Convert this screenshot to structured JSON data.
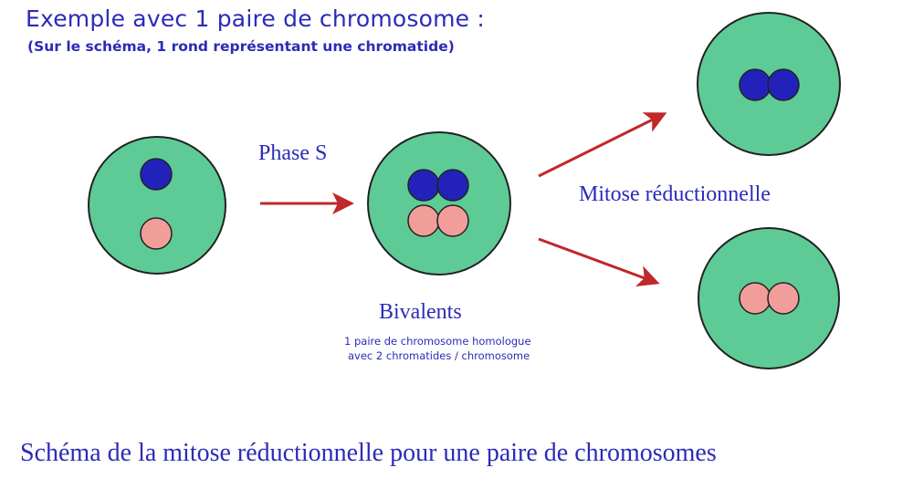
{
  "header": {
    "title": "Exemple avec 1 paire de chromosome :",
    "subtitle": "(Sur le schéma, 1 rond représentant une chromatide)"
  },
  "labels": {
    "phase_s": "Phase S",
    "mitose": "Mitose réductionnelle",
    "bivalents": "Bivalents",
    "bivalents_desc_line1": "1 paire de chromosome homologue",
    "bivalents_desc_line2": "avec 2 chromatides / chromosome"
  },
  "caption": "Schéma de la mitose réductionnelle pour une paire de chromosomes",
  "colors": {
    "cell_fill": "#5ecb97",
    "cell_stroke": "#222222",
    "chromatid_blue": "#2222bb",
    "chromatid_pink": "#f19e9a",
    "arrow": "#c0282a",
    "text": "#2b2bb8"
  }
}
